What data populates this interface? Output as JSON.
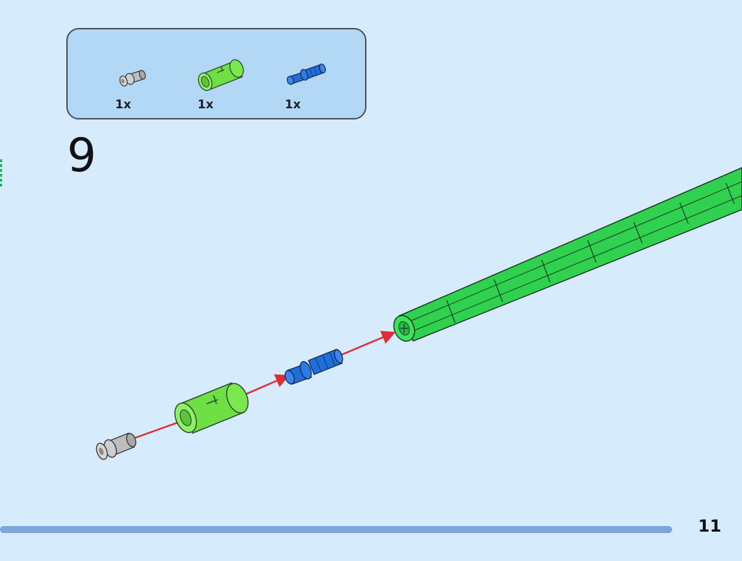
{
  "parts_list": {
    "items": [
      {
        "part": "light-gray-pin-icon",
        "quantity": "1x"
      },
      {
        "part": "green-axle-connector-icon",
        "quantity": "1x"
      },
      {
        "part": "blue-axle-pin-icon",
        "quantity": "1x"
      }
    ]
  },
  "step": {
    "number": "9"
  },
  "page": {
    "number": "11"
  },
  "colors": {
    "background": "#d6ecfc",
    "parts_box": "#b3d8f6",
    "green_part": "#2fd14f",
    "lime_part": "#6ee043",
    "blue_part": "#1e6fd9",
    "gray_part": "#bfbfbf",
    "arrow": "#e02c35",
    "progress_bar": "#7fa5dc"
  }
}
